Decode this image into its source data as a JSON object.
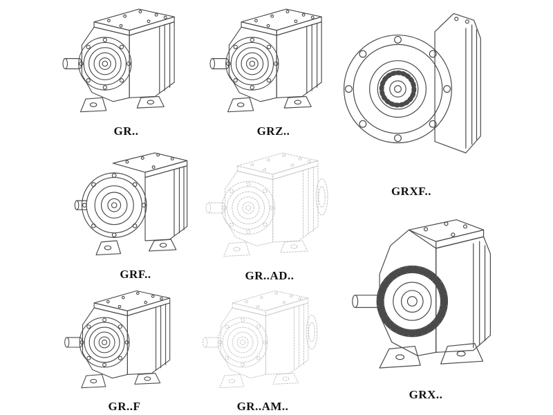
{
  "page": {
    "background_color": "#ffffff",
    "line_color": "#4a4a4a",
    "ghost_line_color": "#c6c6c6",
    "label_color": "#111111"
  },
  "figures": {
    "gr": {
      "label": "GR..",
      "variant": "foot-mounted-helical-gear-unit"
    },
    "grz": {
      "label": "GRZ..",
      "variant": "foot-mounted-helical-gear-unit"
    },
    "grxf": {
      "label": "GRXF..",
      "variant": "flange-mounted-front-view"
    },
    "grf": {
      "label": "GRF..",
      "variant": "flange-mounted-helical-gear-unit"
    },
    "grad": {
      "label": "GR..AD..",
      "variant": "input-adapter-version-dashed"
    },
    "grff": {
      "label": "GR..F",
      "variant": "foot-mounted-helical-gear-unit"
    },
    "gram": {
      "label": "GR..AM..",
      "variant": "motor-adapter-version-dashed"
    },
    "grx": {
      "label": "GRX..",
      "variant": "large-foot-mounted-side-view"
    }
  }
}
